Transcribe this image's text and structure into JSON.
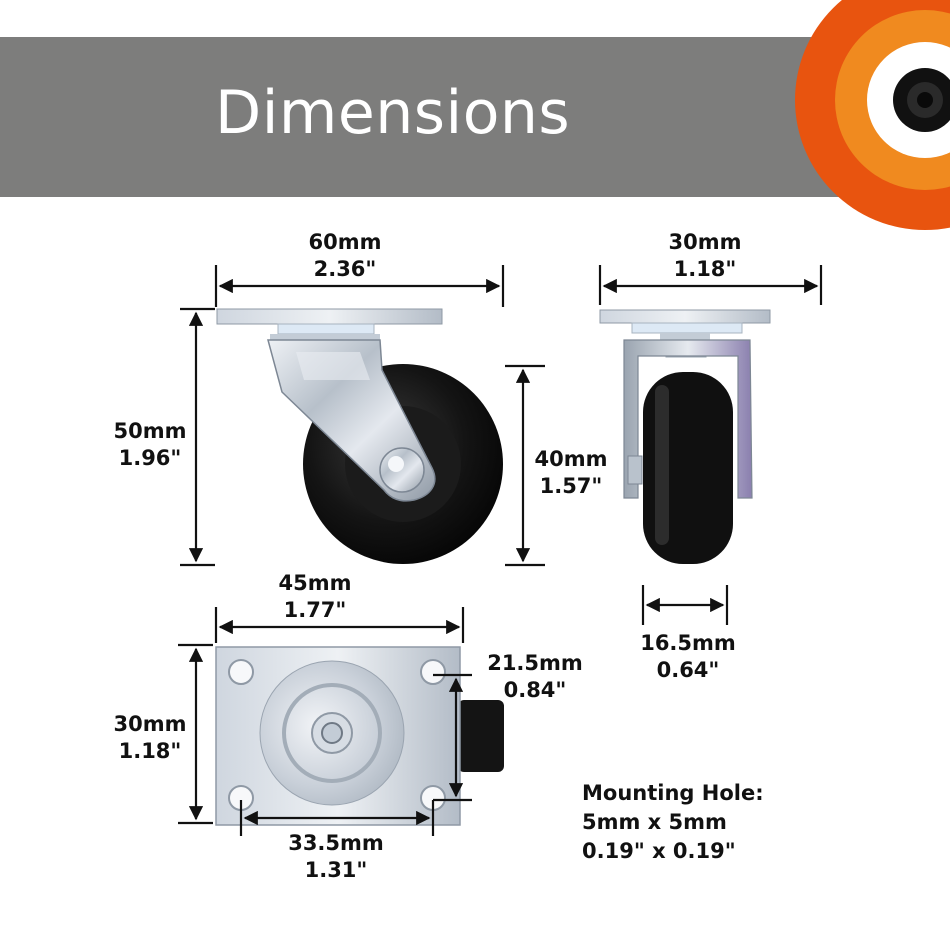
{
  "header": {
    "title": "Dimensions",
    "band_color": "#7d7d7c"
  },
  "colors": {
    "ring_outer": "#e8540f",
    "ring_middle": "#f08a1f",
    "ring_inner": "#ffffff",
    "wheel": "#111111",
    "metal": "#b9c2cc"
  },
  "views": {
    "side": {
      "width_mm": "60mm",
      "width_in": "2.36\"",
      "height_mm": "50mm",
      "height_in": "1.96\"",
      "wheel_dia_mm": "40mm",
      "wheel_dia_in": "1.57\""
    },
    "front": {
      "width_mm": "30mm",
      "width_in": "1.18\"",
      "wheel_w_mm": "16.5mm",
      "wheel_w_in": "0.64\""
    },
    "top": {
      "plate_len_mm": "45mm",
      "plate_len_in": "1.77\"",
      "plate_w_mm": "30mm",
      "plate_w_in": "1.18\"",
      "hole_space_y_mm": "21.5mm",
      "hole_space_y_in": "0.84\"",
      "hole_space_x_mm": "33.5mm",
      "hole_space_x_in": "1.31\""
    }
  },
  "mounting_hole": {
    "title": "Mounting Hole:",
    "size_mm": "5mm x 5mm",
    "size_in": "0.19\" x 0.19\""
  }
}
